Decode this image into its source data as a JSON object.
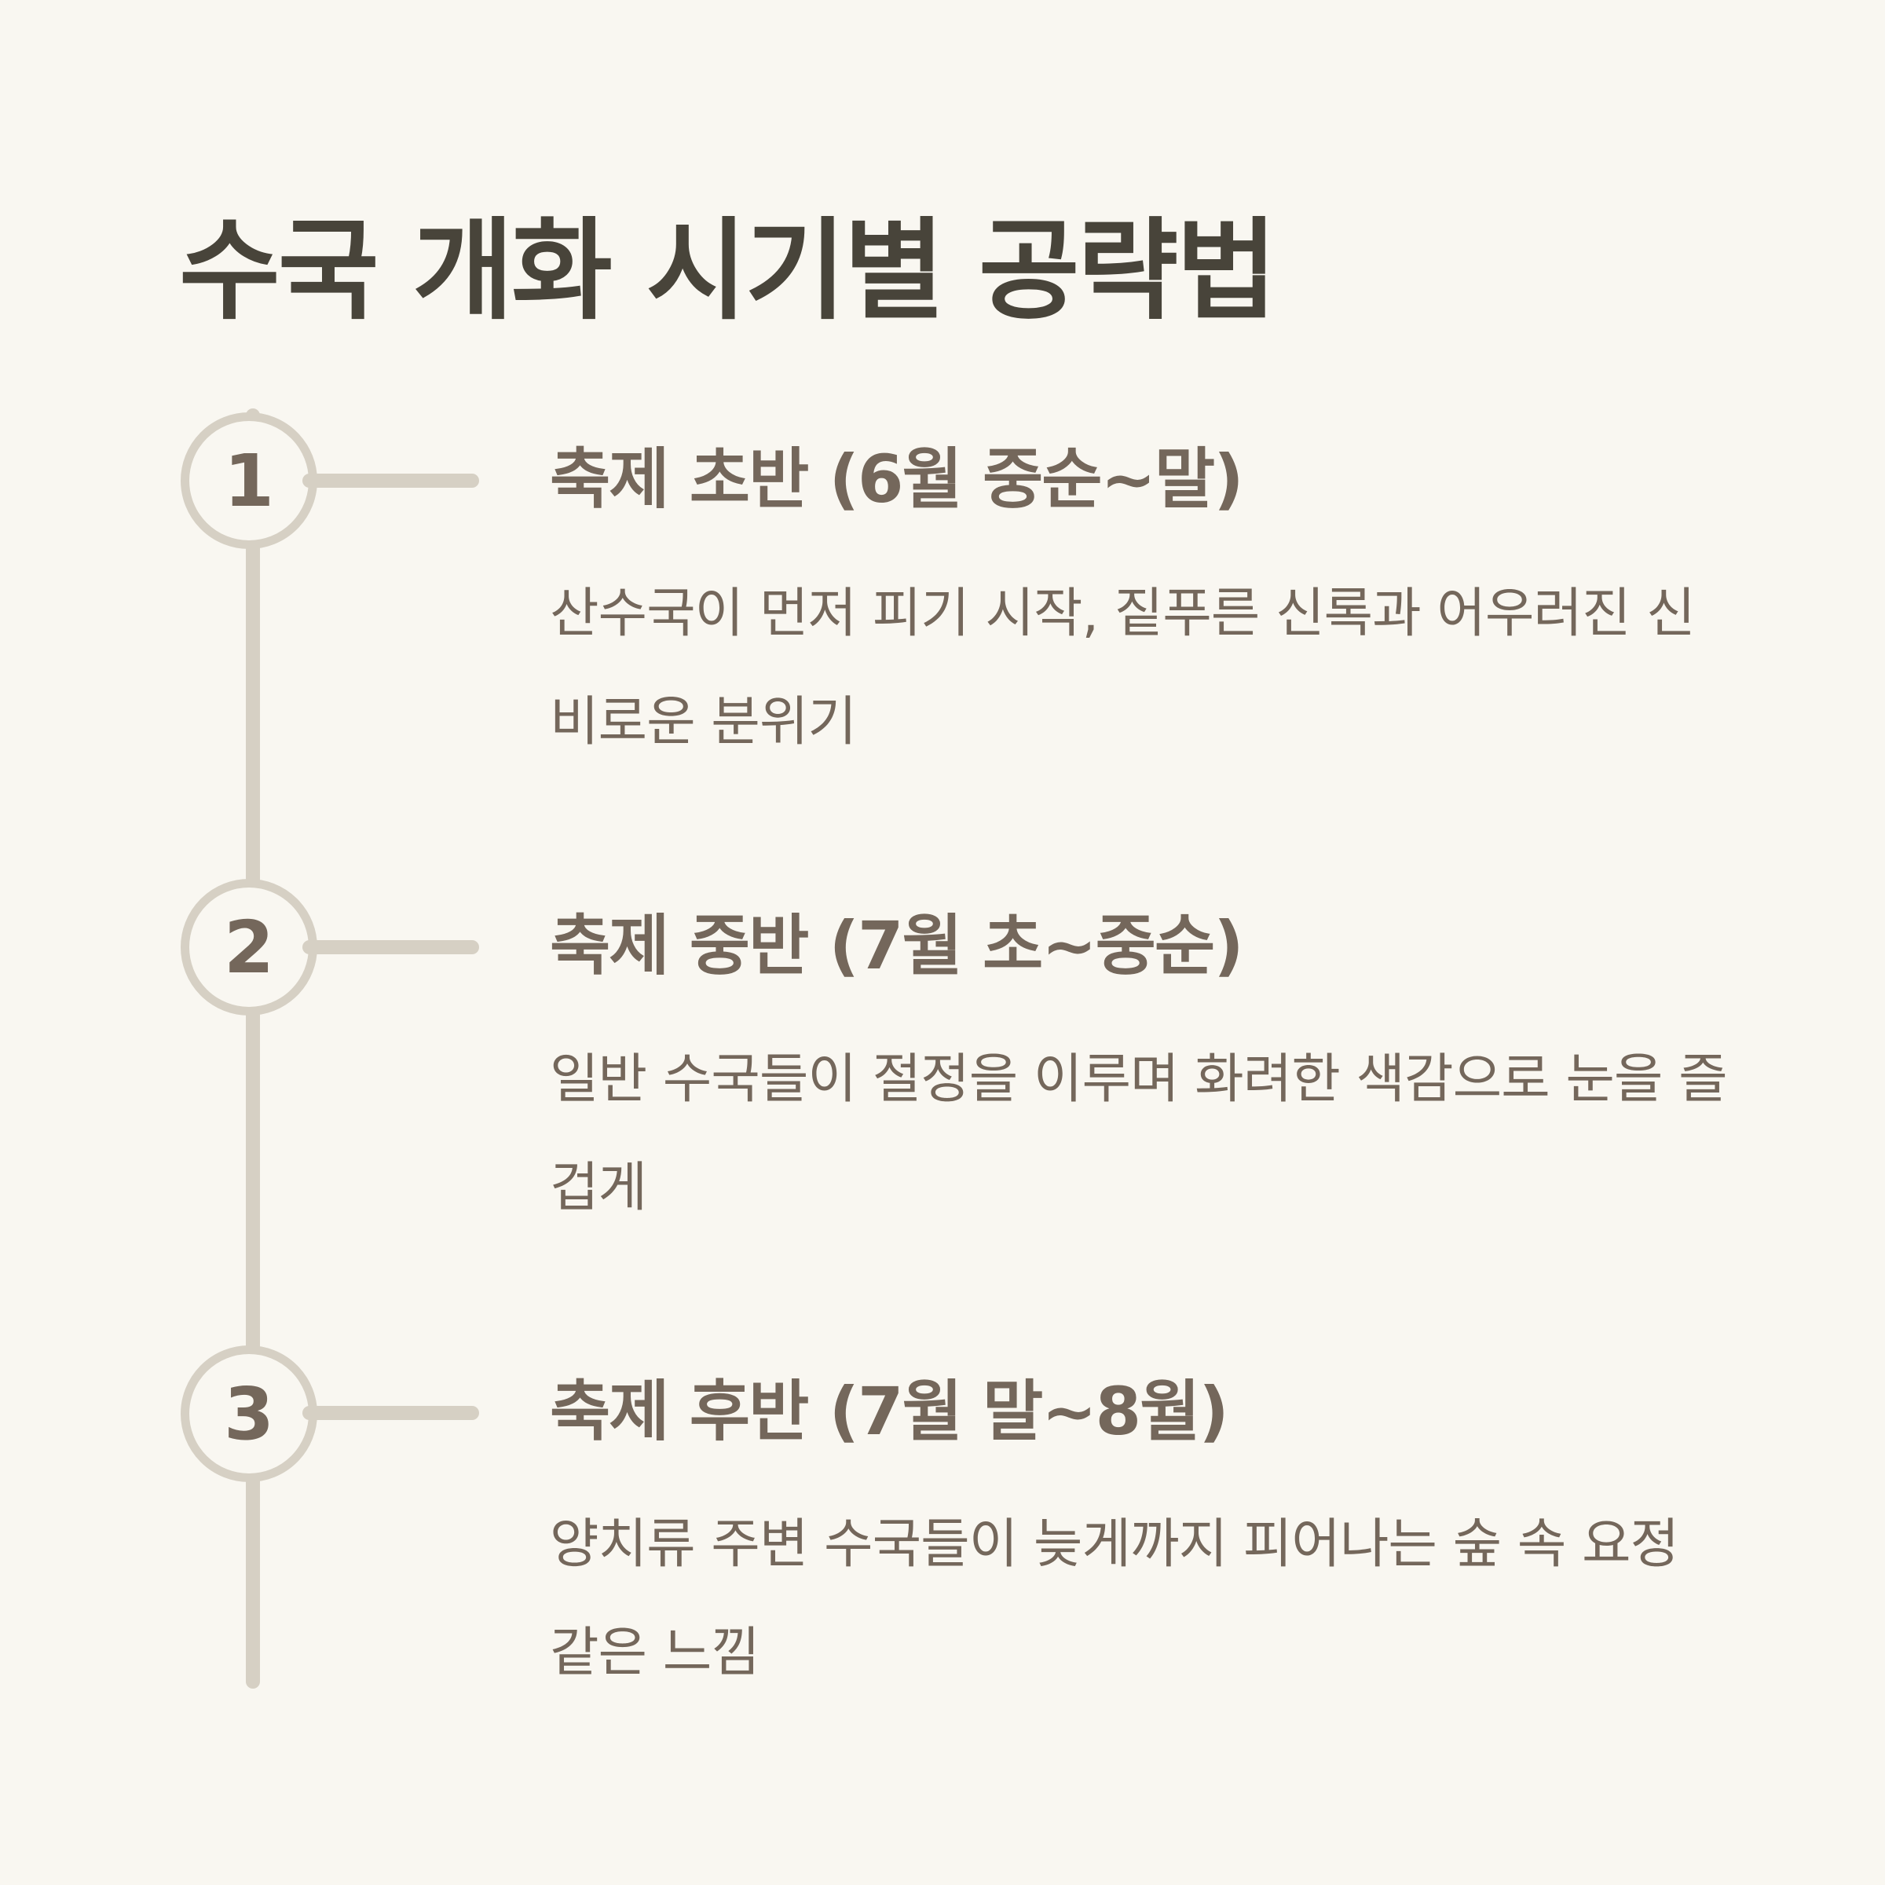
{
  "title": "수국 개화 시기별 공략법",
  "steps": [
    {
      "number": "1",
      "heading": "축제 초반 (6월 중순~말)",
      "description": "산수국이 먼저 피기 시작, 짙푸른 신록과 어우러진 신비로운 분위기"
    },
    {
      "number": "2",
      "heading": "축제 중반 (7월 초~중순)",
      "description": "일반 수국들이 절정을 이루며 화려한 색감으로 눈을 즐겁게"
    },
    {
      "number": "3",
      "heading": "축제 후반 (7월 말~8월)",
      "description": "양치류 주변 수국들이 늦게까지 피어나는 숲 속 요정 같은 느낌"
    }
  ],
  "colors": {
    "background": "#f9f7f1",
    "title": "#48443a",
    "text": "#74675b",
    "line": "#d6d0c4"
  }
}
